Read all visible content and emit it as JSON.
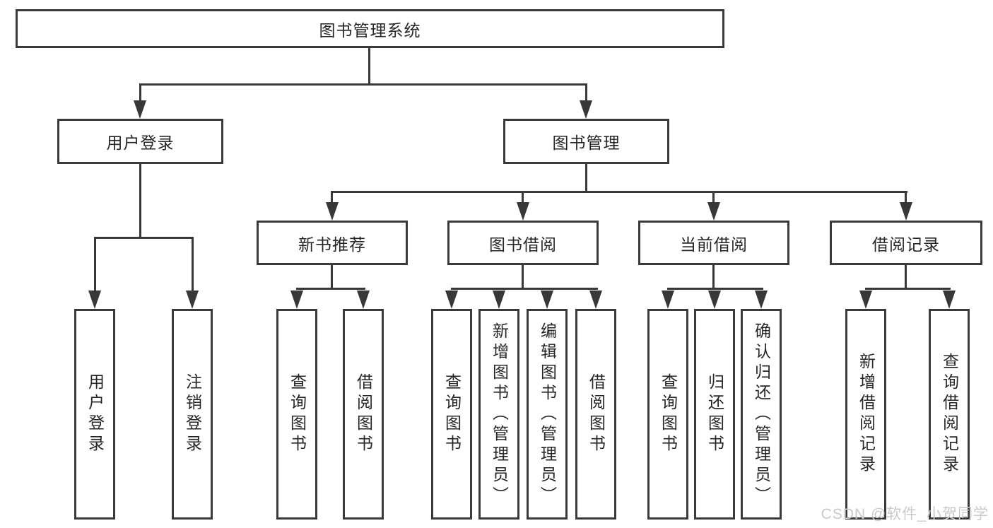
{
  "diagram": {
    "root": {
      "label": "图书管理系统"
    },
    "level2": [
      {
        "label": "用户登录"
      },
      {
        "label": "图书管理"
      }
    ],
    "level3": [
      {
        "label": "新书推荐"
      },
      {
        "label": "图书借阅"
      },
      {
        "label": "当前借阅"
      },
      {
        "label": "借阅记录"
      }
    ],
    "leaves": {
      "user_login": [
        "用户登录",
        "注销登录"
      ],
      "new_book_rec": [
        "查询图书",
        "借阅图书"
      ],
      "book_borrow": [
        "查询图书",
        "新增图书（管理员）",
        "编辑图书（管理员）",
        "借阅图书"
      ],
      "current_borrow": [
        "查询图书",
        "归还图书",
        "确认归还（管理员）"
      ],
      "borrow_record": [
        "新增借阅记录",
        "查询借阅记录"
      ]
    },
    "watermark": "CSDN @软件_小贺同学",
    "colors": {
      "line": "#383838",
      "box_border": "#3a3a3a",
      "text": "#262626",
      "watermark": "#c9c9c9",
      "background": "#ffffff"
    }
  }
}
